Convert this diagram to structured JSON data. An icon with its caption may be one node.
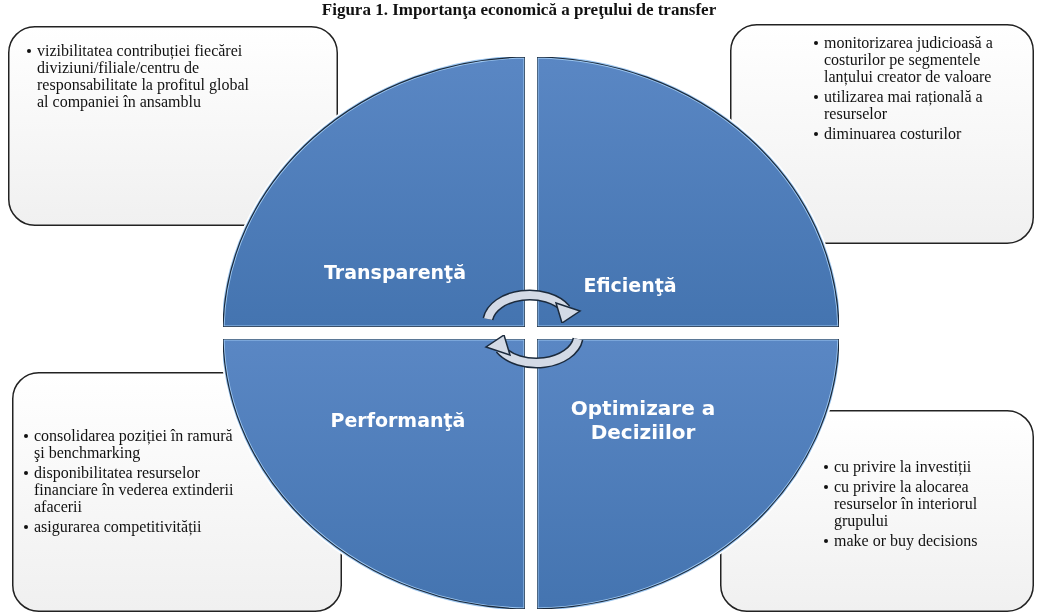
{
  "diagram": {
    "title": "Figura 1. Importanţa economică a preţului de transfer",
    "nodes": [
      {
        "text": [
          "vizibilitatea contribuției fiecărei diviziuni/filiale/centru de responsabilitate la profitul global al companiei în ansamblu"
        ]
      },
      {
        "text": [
          "monitorizarea judicioasă a costurilor pe segmentele lanțului creator de valoare",
          "utilizarea mai rațională a resurselor",
          "diminuarea costurilor"
        ]
      },
      {
        "text": [
          "Transparenţă"
        ]
      },
      {
        "text": [
          "Eficienţă"
        ]
      },
      {
        "text": [
          "Performanţă"
        ]
      },
      {
        "text": [
          "Optimizare a Deciziilor"
        ]
      },
      {
        "text": [
          "consolidarea poziției în ramură şi benchmarking",
          "disponibilitatea resurselor financiare în vederea extinderii afacerii",
          "asigurarea competitivității"
        ]
      },
      {
        "text": [
          "cu privire la investiții",
          "cu privire la alocarea resurselor în interiorul grupului",
          "make or buy decisions"
        ]
      }
    ],
    "edges": []
  }
}
